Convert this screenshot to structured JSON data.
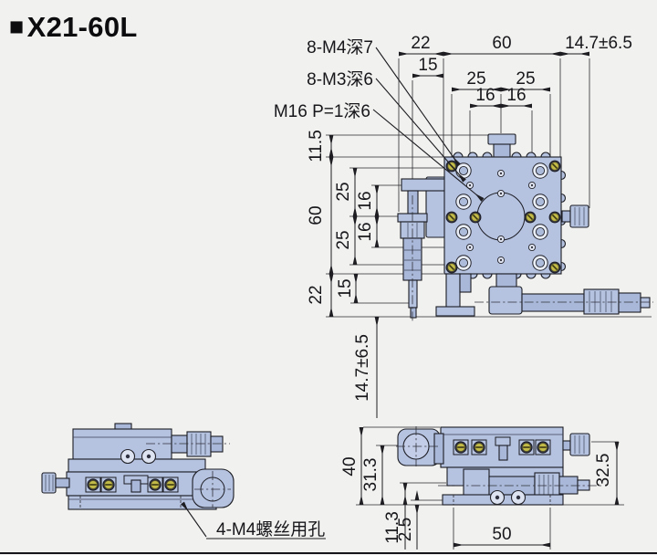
{
  "title": {
    "bullet": "■",
    "text": "X21-60L"
  },
  "callouts": {
    "m4_top": "8-M4深7",
    "m3_top": "8-M3深6",
    "m16_center": "M16 P=1深6",
    "base_screws": "4-M4螺丝用孔"
  },
  "top_view": {
    "dims": {
      "left_offset": "22",
      "body_width": "60",
      "travel_h": "14.7±6.5",
      "mic_offset_h": "15",
      "pitch25_left": "25",
      "pitch25_right": "25",
      "pitch16_left": "16",
      "pitch16_right": "16",
      "knob_offset": "11.5",
      "body_height": "60",
      "bottom_offset": "22",
      "pitch25_top": "25",
      "pitch16_top": "16",
      "pitch16_bottom": "16",
      "pitch25_bottom": "25",
      "mic_offset_v": "15",
      "travel_v": "14.7±6.5"
    }
  },
  "front_view": {
    "dims": {
      "total_height": "40",
      "stage_height": "31.3",
      "base_height": "11.3",
      "plate_gap": "2.5",
      "hole_pitch": "50",
      "axis_height": "32.5"
    }
  },
  "colors": {
    "background": "#f1f1ef",
    "part_fill": "#b5c2e0",
    "part_fill_dark": "#a9b8d9",
    "outline": "#1c1d24",
    "dimension": "#1d1d22",
    "screw_brass": "#c2bb4a",
    "text": "#17171b"
  }
}
